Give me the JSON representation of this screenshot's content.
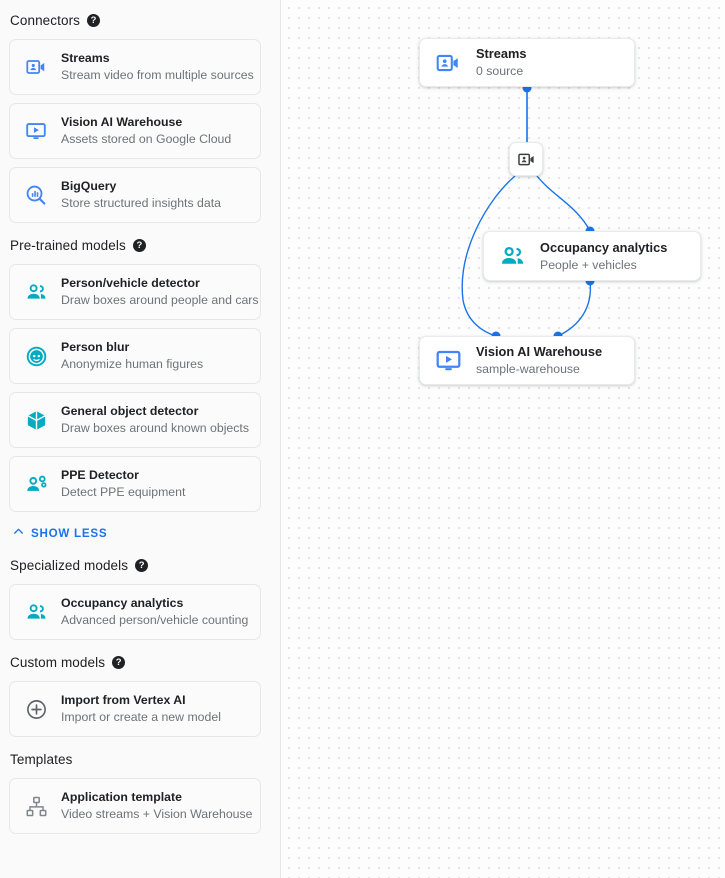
{
  "sidebar": {
    "sections": [
      {
        "id": "connectors",
        "title": "Connectors",
        "has_help": true,
        "help_glyph": "?",
        "items": [
          {
            "title": "Streams",
            "sub": "Stream video from multiple sources",
            "icon": "video-camera-person-icon",
            "icon_color": "#4285f4"
          },
          {
            "title": "Vision AI Warehouse",
            "sub": "Assets stored on Google Cloud",
            "icon": "monitor-play-icon",
            "icon_color": "#4285f4"
          },
          {
            "title": "BigQuery",
            "sub": "Store structured insights data",
            "icon": "bigquery-magnifier-icon",
            "icon_color": "#4285f4"
          }
        ]
      },
      {
        "id": "pre-trained-models",
        "title": "Pre-trained models",
        "has_help": true,
        "help_glyph": "?",
        "items": [
          {
            "title": "Person/vehicle detector",
            "sub": "Draw boxes around people and cars",
            "icon": "person-vehicle-icon",
            "icon_color": "#00acc1"
          },
          {
            "title": "Person blur",
            "sub": "Anonymize human figures",
            "icon": "person-blur-face-icon",
            "icon_color": "#00acc1"
          },
          {
            "title": "General object detector",
            "sub": "Draw boxes around known objects",
            "icon": "cube-box-icon",
            "icon_color": "#00acc1"
          },
          {
            "title": "PPE Detector",
            "sub": "Detect PPE equipment",
            "icon": "ppe-person-gear-icon",
            "icon_color": "#00acc1"
          }
        ],
        "show_less_label": "SHOW LESS"
      },
      {
        "id": "specialized-models",
        "title": "Specialized models",
        "has_help": true,
        "help_glyph": "?",
        "items": [
          {
            "title": "Occupancy analytics",
            "sub": "Advanced person/vehicle counting",
            "icon": "person-vehicle-icon",
            "icon_color": "#00acc1"
          }
        ]
      },
      {
        "id": "custom-models",
        "title": "Custom models",
        "has_help": true,
        "help_glyph": "?",
        "items": [
          {
            "title": "Import from Vertex AI",
            "sub": "Import or create a new model",
            "icon": "plus-circle-icon",
            "icon_color": "#5f6368"
          }
        ]
      },
      {
        "id": "templates",
        "title": "Templates",
        "has_help": false,
        "items": [
          {
            "title": "Application template",
            "sub": "Video streams + Vision Warehouse",
            "icon": "hierarchy-template-icon",
            "icon_color": "#80868b"
          }
        ]
      }
    ]
  },
  "canvas": {
    "accent_color": "#1a73e8",
    "nodes": [
      {
        "id": "streams",
        "title": "Streams",
        "sub": "0 source",
        "icon": "video-camera-person-icon",
        "icon_color": "#4285f4"
      },
      {
        "id": "occupancy",
        "title": "Occupancy analytics",
        "sub": "People + vehicles",
        "icon": "person-vehicle-icon",
        "icon_color": "#00acc1"
      },
      {
        "id": "warehouse",
        "title": "Vision AI Warehouse",
        "sub": "sample-warehouse",
        "icon": "monitor-play-icon",
        "icon_color": "#4285f4"
      }
    ],
    "badge": {
      "id": "stream-badge",
      "icon": "video-camera-person-icon",
      "icon_color": "#3c4043"
    }
  }
}
